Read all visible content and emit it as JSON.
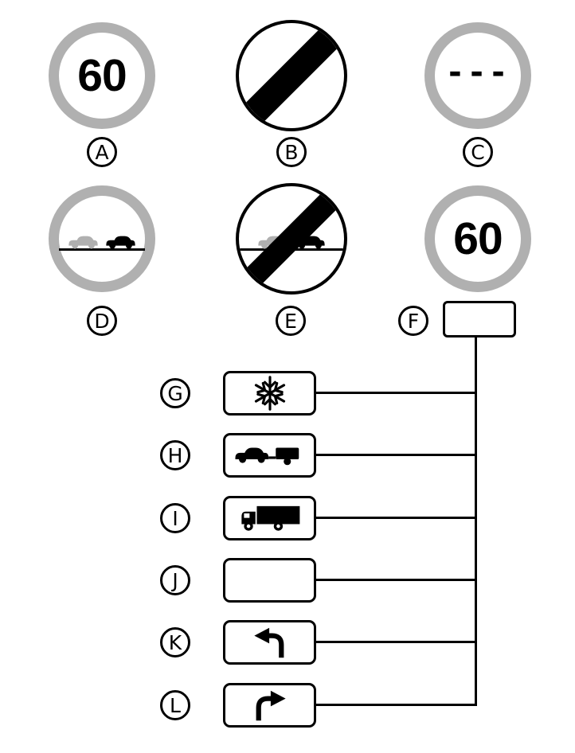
{
  "colors": {
    "ring_gray": "#b0b0b0",
    "black": "#000000",
    "white": "#ffffff"
  },
  "signs": [
    {
      "label": "A",
      "text": "60",
      "kind": "speed-limit-60-gray-ring"
    },
    {
      "label": "B",
      "kind": "end-of-all-restrictions-diagonal-stripe"
    },
    {
      "label": "C",
      "text": "---",
      "kind": "blank-sign-three-dashes"
    },
    {
      "label": "D",
      "kind": "no-overtaking-two-cars"
    },
    {
      "label": "E",
      "kind": "end-of-no-overtaking-two-cars-stripe"
    },
    {
      "label": "F",
      "text": "60",
      "kind": "speed-limit-60-gray-ring",
      "attached_plate": "empty"
    }
  ],
  "plates": [
    {
      "label": "G",
      "icon": "snowflake"
    },
    {
      "label": "H",
      "icon": "car-with-trailer"
    },
    {
      "label": "I",
      "icon": "truck"
    },
    {
      "label": "J",
      "icon": "blank"
    },
    {
      "label": "K",
      "icon": "left-turn-arrow"
    },
    {
      "label": "L",
      "icon": "right-turn-arrow"
    }
  ],
  "connections": {
    "plates": [
      "G",
      "H",
      "I",
      "J",
      "K",
      "L"
    ],
    "connect_to": "F"
  }
}
